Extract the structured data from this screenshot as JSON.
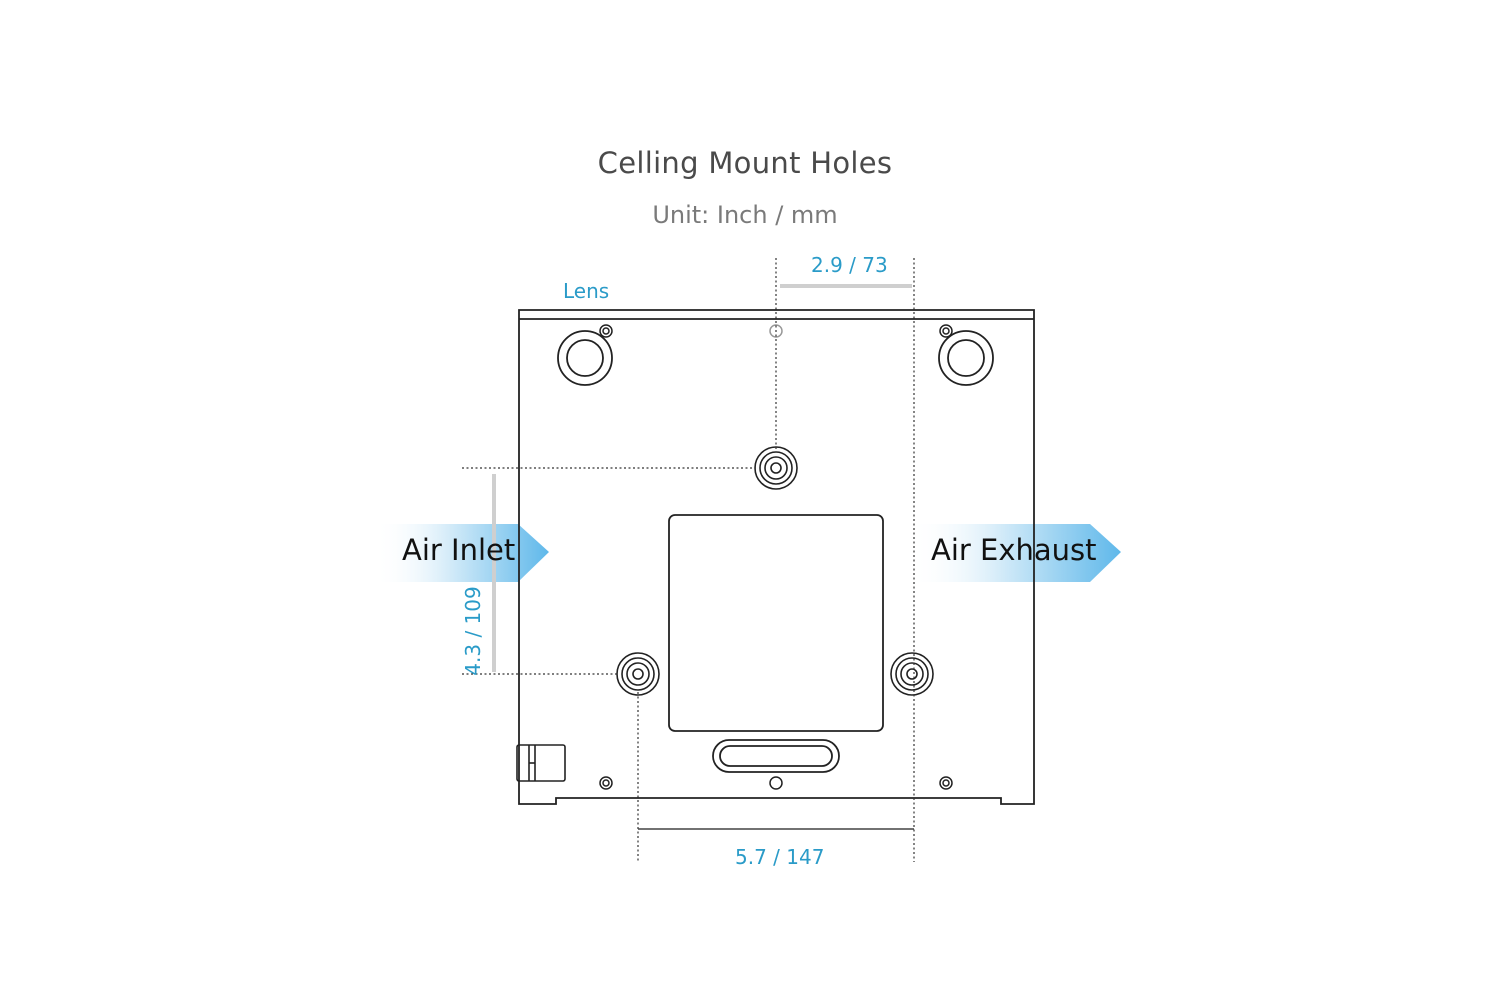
{
  "diagram": {
    "title": "Celling Mount Holes",
    "unit_label": "Unit: Inch / mm",
    "lens_label": "Lens",
    "dimensions": {
      "top_offset": "2.9 / 73",
      "vertical_spacing": "4.3 / 109",
      "bottom_spacing": "5.7 / 147"
    },
    "airflow": {
      "inlet_label": "Air Inlet",
      "exhaust_label": "Air Exhaust"
    },
    "colors": {
      "accent": "#2a9bc8",
      "arrow_fill": "#5fb8ea",
      "outline": "#222222",
      "dim_bar": "#cfcfcf"
    }
  }
}
